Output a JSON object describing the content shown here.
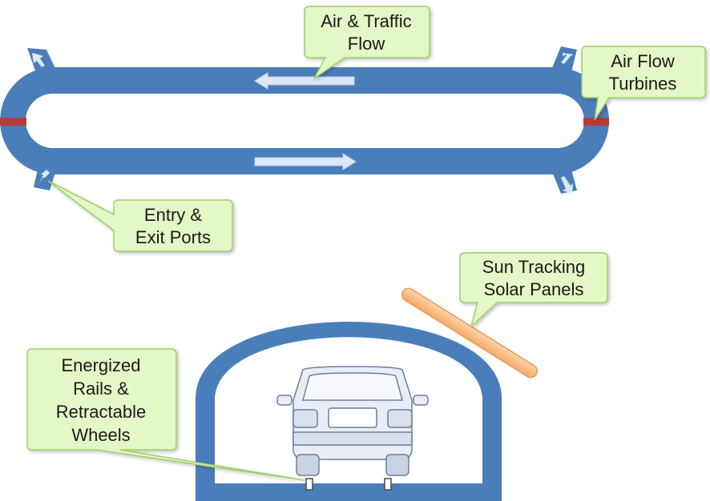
{
  "callouts": {
    "air_traffic_flow": [
      "Air & Traffic",
      "Flow"
    ],
    "air_flow_turbines": [
      "Air Flow",
      "Turbines"
    ],
    "entry_exit_ports": [
      "Entry &",
      "Exit Ports"
    ],
    "sun_tracking_solar_panels": [
      "Sun Tracking",
      "Solar Panels"
    ],
    "energized_rails_wheels": [
      "Energized",
      "Rails &",
      "Retractable",
      "Wheels"
    ]
  },
  "colors": {
    "track_blue": "#4a7ebb",
    "arrow_fill": "#dce8f8",
    "callout_fill": "#e4f7c6",
    "callout_stroke": "#9fcf6a",
    "turbine_red": "#b83a3a",
    "solar_orange": "#f9c08a"
  },
  "icons": {
    "car": "car-rear-view-icon",
    "flow_arrows": "arrow-icon",
    "ports": "port-arrow-icon"
  }
}
